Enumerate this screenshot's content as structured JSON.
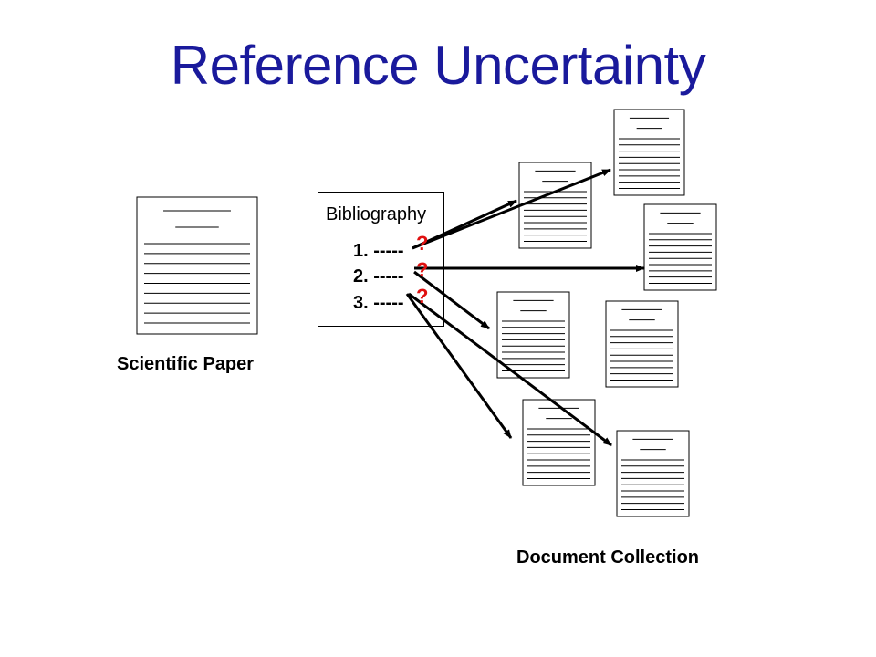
{
  "slide": {
    "title": "Reference Uncertainty"
  },
  "paper": {
    "caption": "Scientific Paper"
  },
  "bibliography": {
    "title": "Bibliography",
    "entries": [
      {
        "label": "1. -----"
      },
      {
        "label": "2. -----"
      },
      {
        "label": "3. -----"
      }
    ],
    "uncertainty_mark": "?",
    "uncertainty_color": "#e01010"
  },
  "collection": {
    "caption": "Document Collection"
  },
  "colors": {
    "title": "#1a1a9c",
    "arrow": "#000000"
  }
}
